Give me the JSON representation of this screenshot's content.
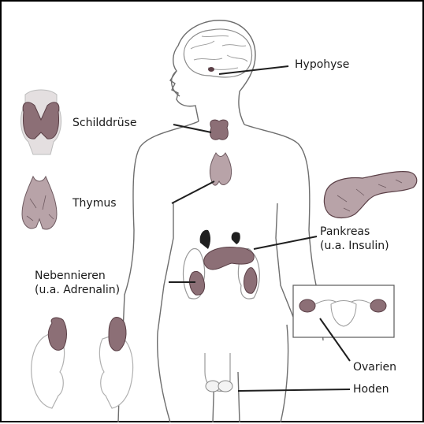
{
  "labels": {
    "hypophyse": "Hypohyse",
    "schilddruese": "Schilddrüse",
    "thymus": "Thymus",
    "pankreas": "Pankreas",
    "pankreas_note": "(u.a. Insulin)",
    "nebennieren": "Nebennieren",
    "nebennieren_note": "(u.a. Adrenalin)",
    "ovarien": "Ovarien",
    "hoden": "Hoden"
  },
  "colors": {
    "outline": "#6e6e6e",
    "gland_fill": "#8c6f76",
    "gland_dark": "#5a3f46",
    "gland_light": "#c9b4b9",
    "pointer": "#1f1f1f",
    "border": "#000000"
  }
}
